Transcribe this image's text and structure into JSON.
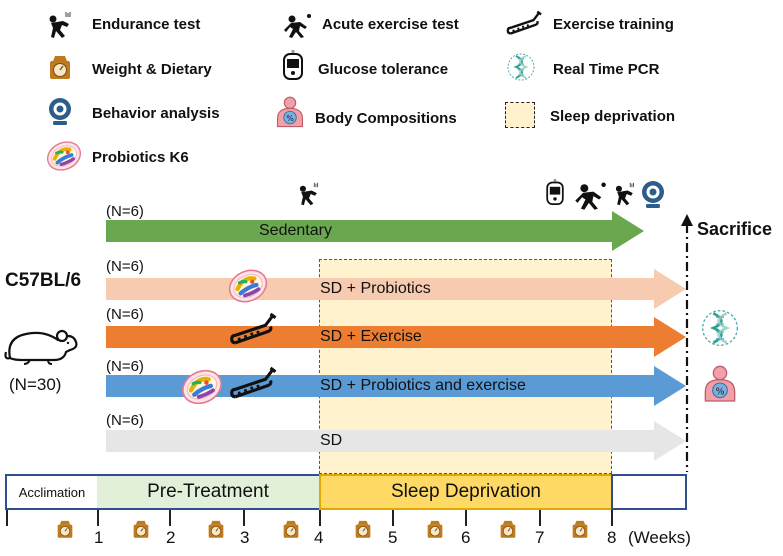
{
  "legend": [
    {
      "icon": "endurance-test-icon",
      "label": "Endurance test"
    },
    {
      "icon": "acute-exercise-test-icon",
      "label": "Acute exercise test"
    },
    {
      "icon": "exercise-training-icon",
      "label": "Exercise training"
    },
    {
      "icon": "weight-dietary-icon",
      "label": "Weight & Dietary"
    },
    {
      "icon": "glucose-tolerance-icon",
      "label": "Glucose tolerance"
    },
    {
      "icon": "real-time-pcr-icon",
      "label": "Real Time PCR"
    },
    {
      "icon": "behavior-analysis-icon",
      "label": "Behavior analysis"
    },
    {
      "icon": "body-compositions-icon",
      "label": "Body Compositions"
    },
    {
      "icon": "sleep-deprivation-icon",
      "label": "Sleep deprivation"
    },
    {
      "icon": "probiotics-k6-icon",
      "label": "Probiotics K6"
    }
  ],
  "model": {
    "strain": "C57BL/6",
    "total_n": "(N=30)"
  },
  "groups": [
    {
      "n": "(N=6)",
      "label": "Sedentary",
      "color": "#6aa84f"
    },
    {
      "n": "(N=6)",
      "label": "SD + Probiotics",
      "color": "#f7cbb0"
    },
    {
      "n": "(N=6)",
      "label": "SD + Exercise",
      "color": "#ed7d31"
    },
    {
      "n": "(N=6)",
      "label": "SD + Probiotics and exercise",
      "color": "#5b9bd5"
    },
    {
      "n": "(N=6)",
      "label": "SD",
      "color": "#e7e6e6"
    }
  ],
  "sacrifice_label": "Sacrifice",
  "phases": [
    {
      "label": "Acclimation",
      "color": "#ffffff"
    },
    {
      "label": "Pre-Treatment",
      "color": "#e2efd9"
    },
    {
      "label": "Sleep Deprivation",
      "color": "#ffd966"
    },
    {
      "label": "",
      "color": "#ffffff"
    }
  ],
  "sleep_region_color": "#fff2cc",
  "weeks": [
    "1",
    "2",
    "3",
    "4",
    "5",
    "6",
    "7",
    "8"
  ],
  "weeks_unit": "(Weeks)"
}
